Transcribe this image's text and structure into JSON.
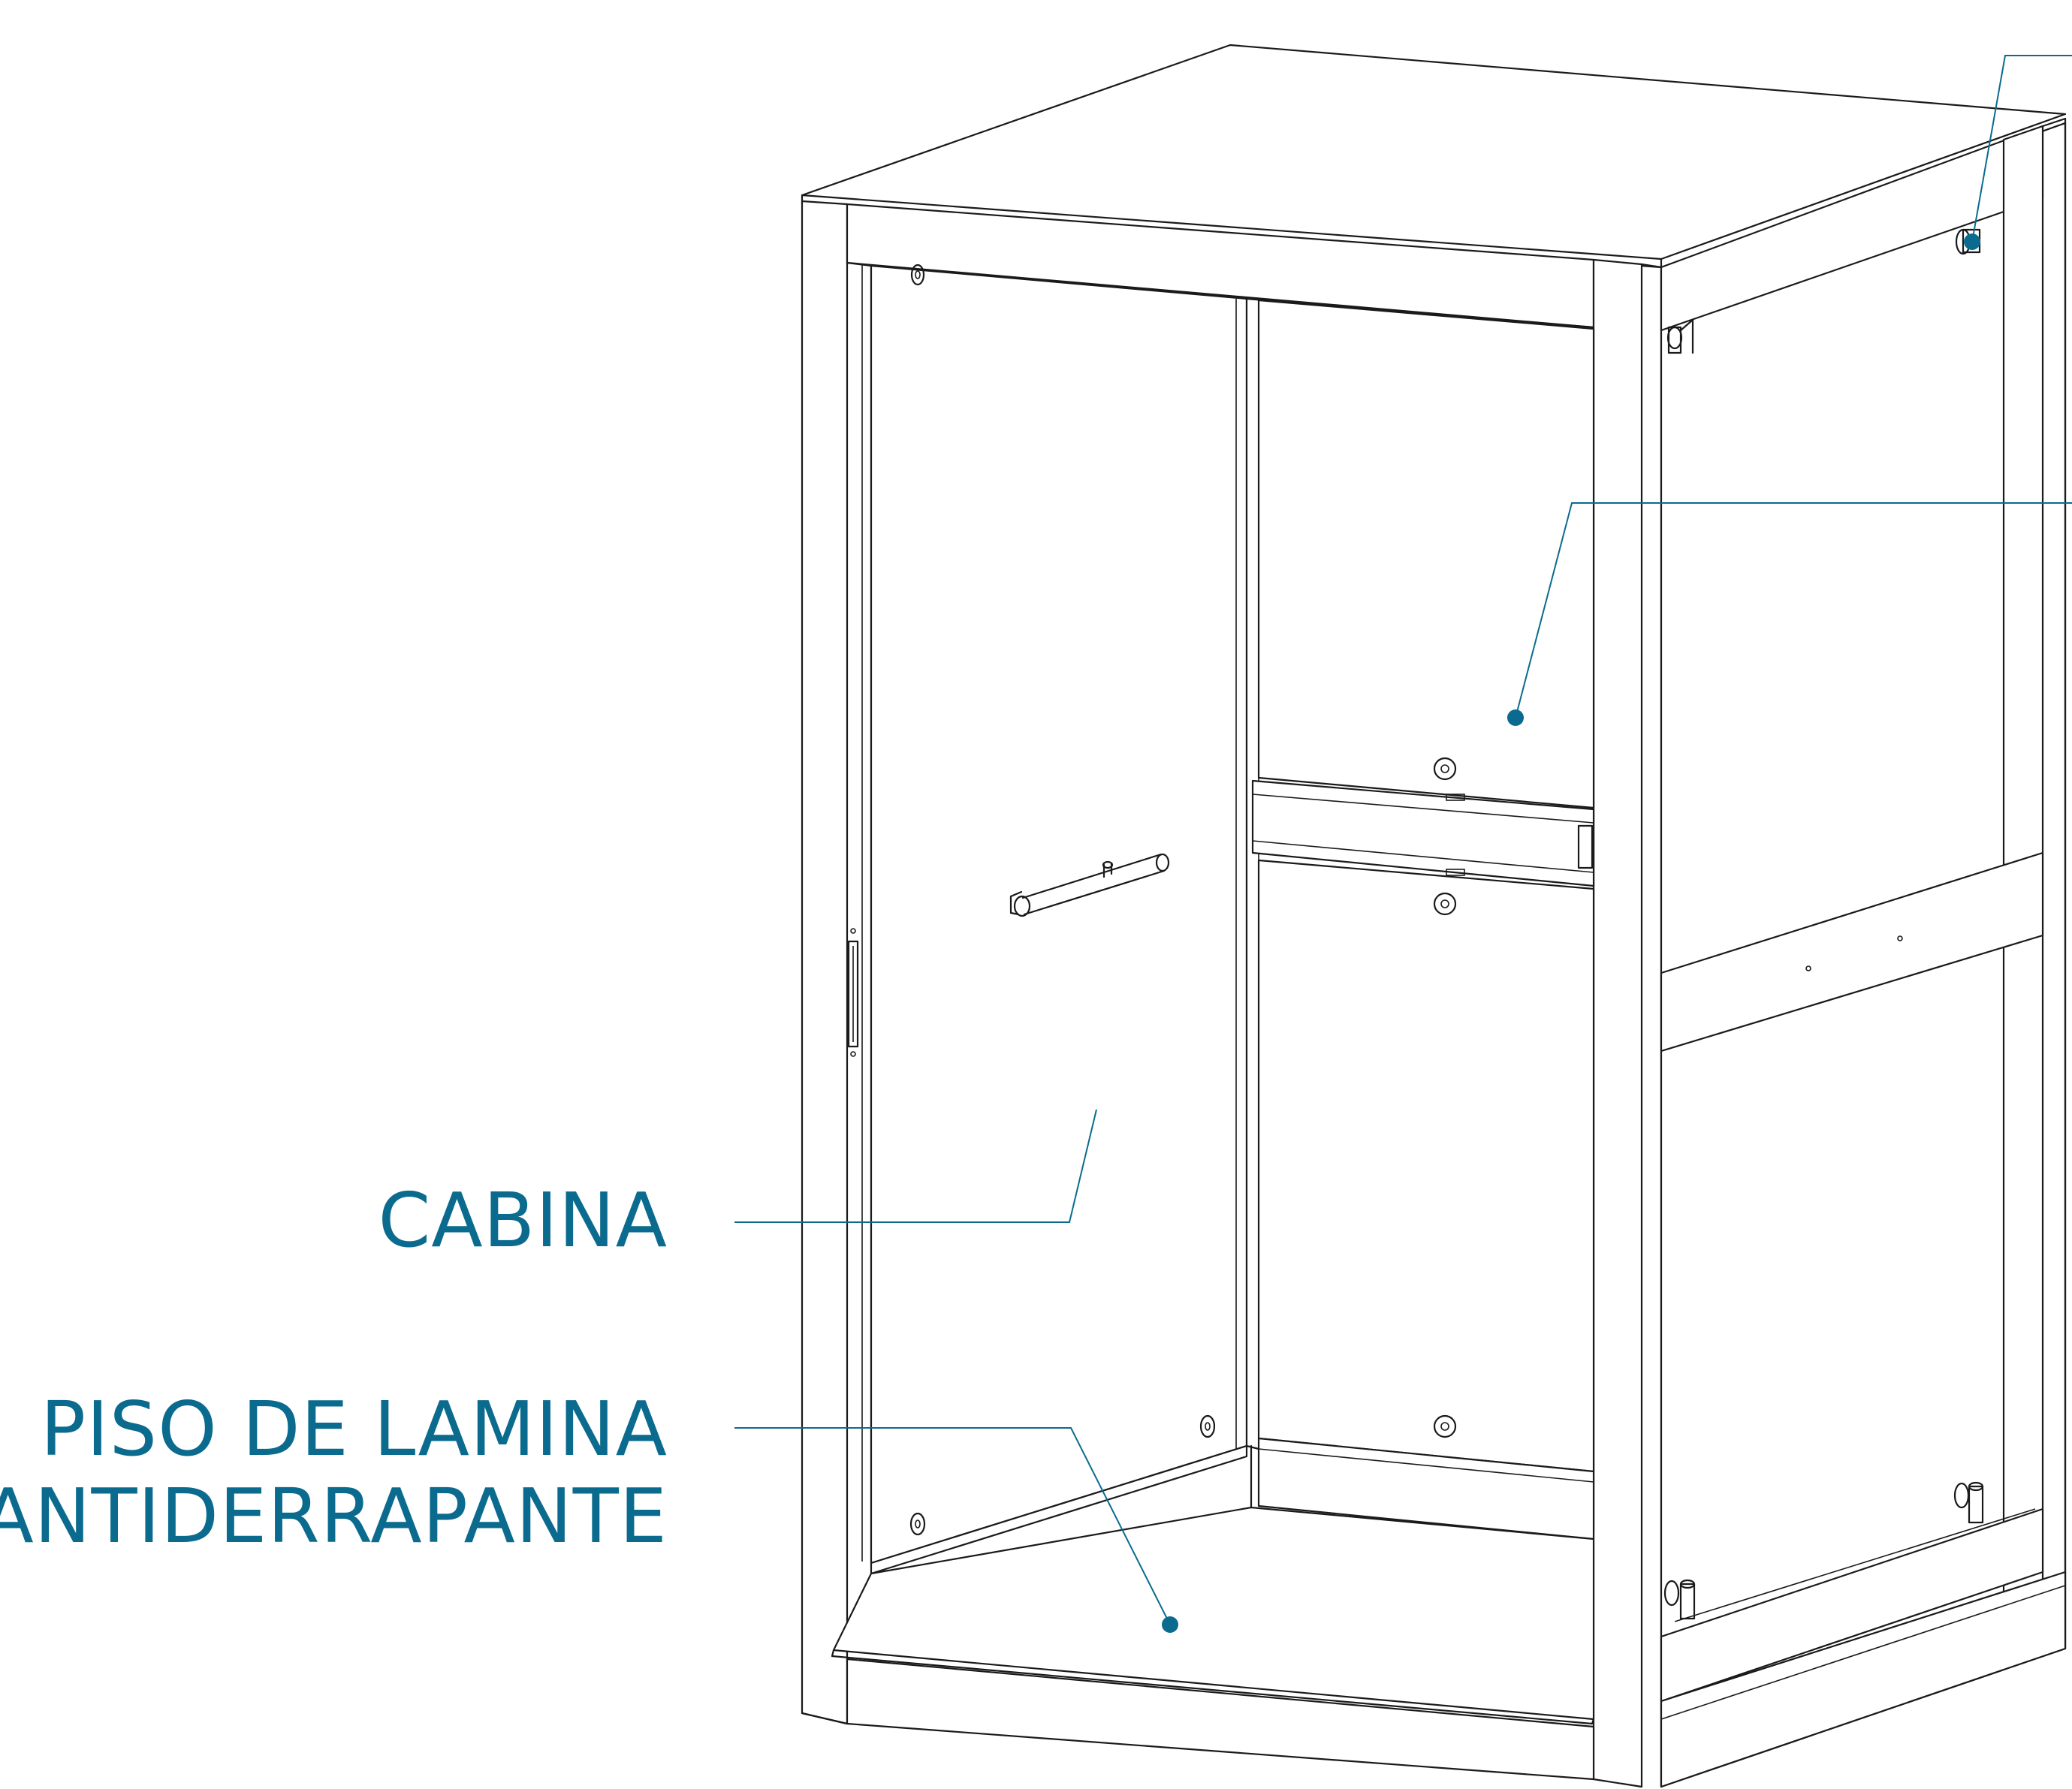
{
  "labels": {
    "cabin": "CABINA",
    "floor_line1": "PISO DE LAMINA",
    "floor_line2": "ANTIDERRAPANTE"
  },
  "colors": {
    "accent": "#0b6b8e",
    "line": "#1a1a1a",
    "background": "#ffffff"
  }
}
